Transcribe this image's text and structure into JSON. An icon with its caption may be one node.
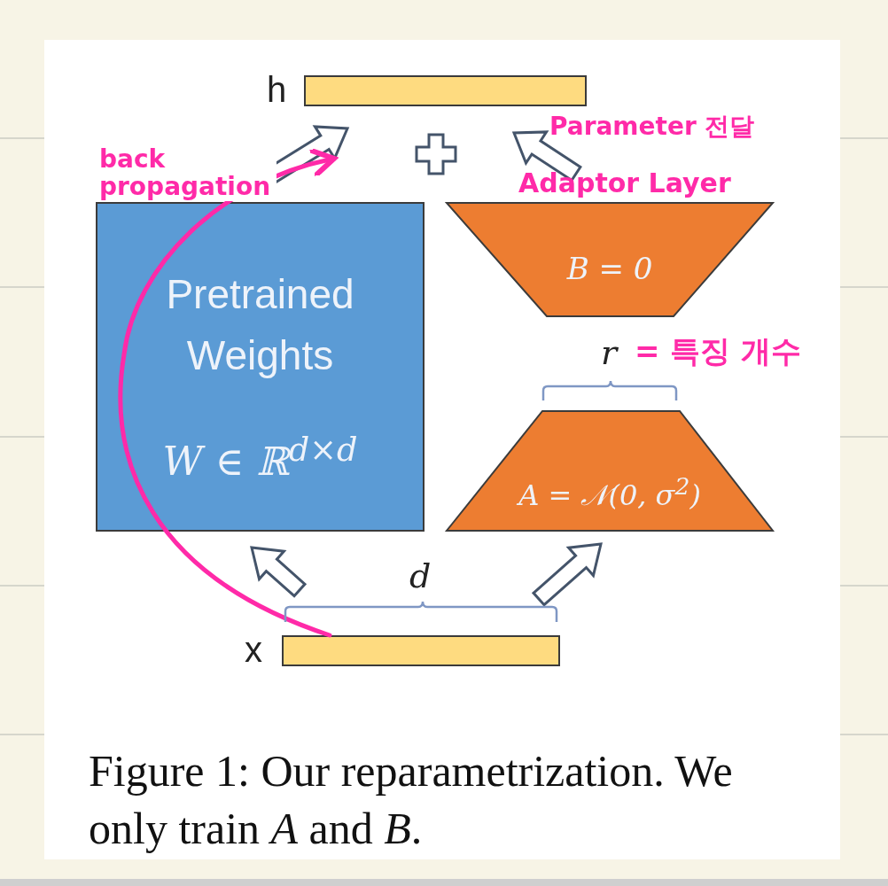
{
  "diagram": {
    "caption": "Figure 1: Our reparametrization. We only train *A* and *B*.",
    "nodes": [
      {
        "text": [],
        "shape": "bar",
        "beside": [
          "h"
        ]
      },
      {
        "text": [
          "Pretrained Weights",
          "W ∈ ℝ$^{d×d}$"
        ]
      },
      {
        "text": [
          "B = 0"
        ]
      },
      {
        "text": [
          "A = 𝒩(0, σ$^{2}$)"
        ]
      },
      {
        "text": [],
        "shape": "bar",
        "beside": [
          "x"
        ]
      }
    ],
    "edges": [
      {
        "from": 1,
        "to": 0,
        "arrow": "to"
      },
      {
        "from": 2,
        "to": 0,
        "arrow": "to"
      },
      {
        "from": 4,
        "to": 1,
        "arrow": "to"
      },
      {
        "from": 4,
        "to": 3,
        "arrow": "to"
      },
      {
        "from": 4,
        "to": null,
        "arrow": "to",
        "color": "#ff2aa8"
      }
    ],
    "labels": [
      "Parameter 전달",
      "back propagation",
      "Adaptor Layer",
      "r",
      "= 특징 개수",
      "d"
    ]
  }
}
